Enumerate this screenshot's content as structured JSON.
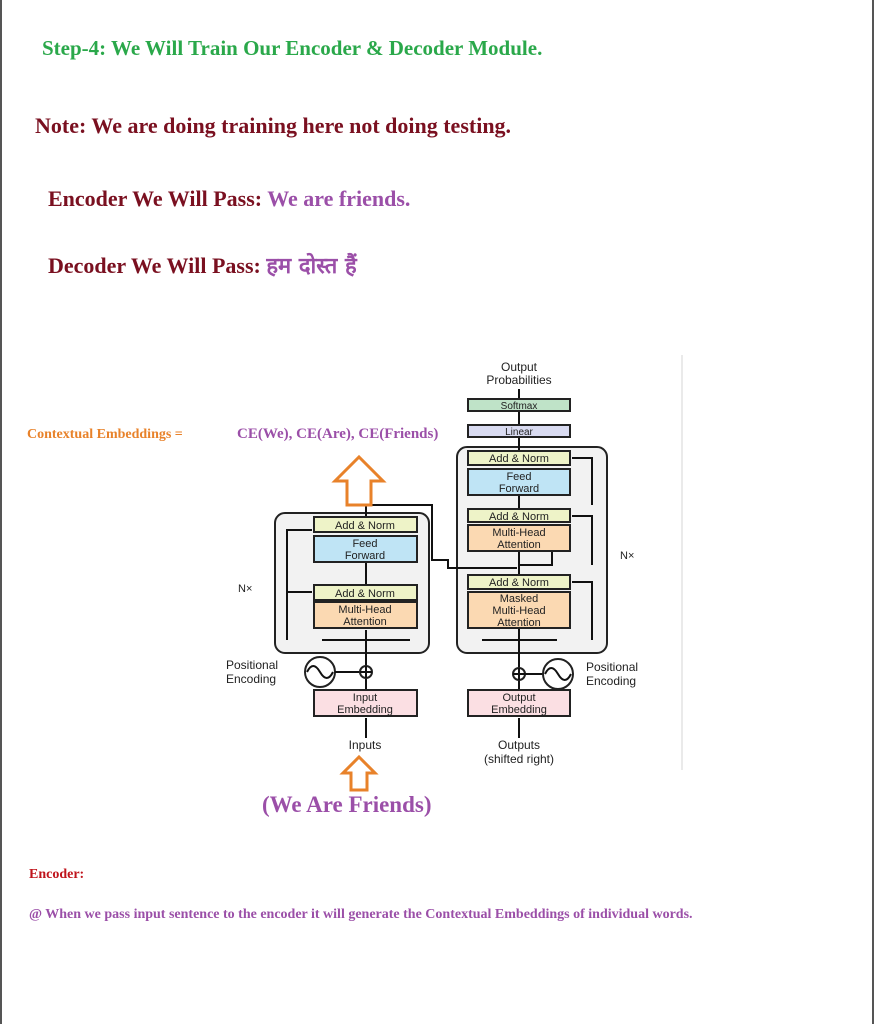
{
  "heading": "Step-4: We Will Train Our Encoder & Decoder Module.",
  "note": "Note: We are doing training here not doing testing.",
  "encoder_pass": {
    "label": "Encoder We Will Pass: ",
    "value": "We are friends."
  },
  "decoder_pass": {
    "label": "Decoder We Will Pass: ",
    "value": "हम दोस्त हैं"
  },
  "contextual_label": "Contextual Embeddings =",
  "contextual_value": "CE(We), CE(Are), CE(Friends)",
  "input_sentence": "(We Are Friends)",
  "diagram": {
    "output_probabilities": [
      "Output",
      "Probabilities"
    ],
    "softmax": "Softmax",
    "linear": "Linear",
    "add_norm": "Add & Norm",
    "feed_forward": [
      "Feed",
      "Forward"
    ],
    "multi_head": [
      "Multi-Head",
      "Attention"
    ],
    "masked_multi_head": [
      "Masked",
      "Multi-Head",
      "Attention"
    ],
    "nx": "N×",
    "positional_encoding": [
      "Positional",
      "Encoding"
    ],
    "input_embedding": [
      "Input",
      "Embedding"
    ],
    "output_embedding": [
      "Output",
      "Embedding"
    ],
    "inputs": "Inputs",
    "outputs": [
      "Outputs",
      "(shifted right)"
    ]
  },
  "encoder_section": {
    "title": "Encoder:",
    "text": "@ When we pass input sentence to the encoder it will generate the Contextual Embeddings of individual words."
  },
  "colors": {
    "green": "#2aa84a",
    "maroon": "#7a1020",
    "purple": "#9b4fa8",
    "orange": "#e8822a",
    "red": "#c0141c"
  }
}
